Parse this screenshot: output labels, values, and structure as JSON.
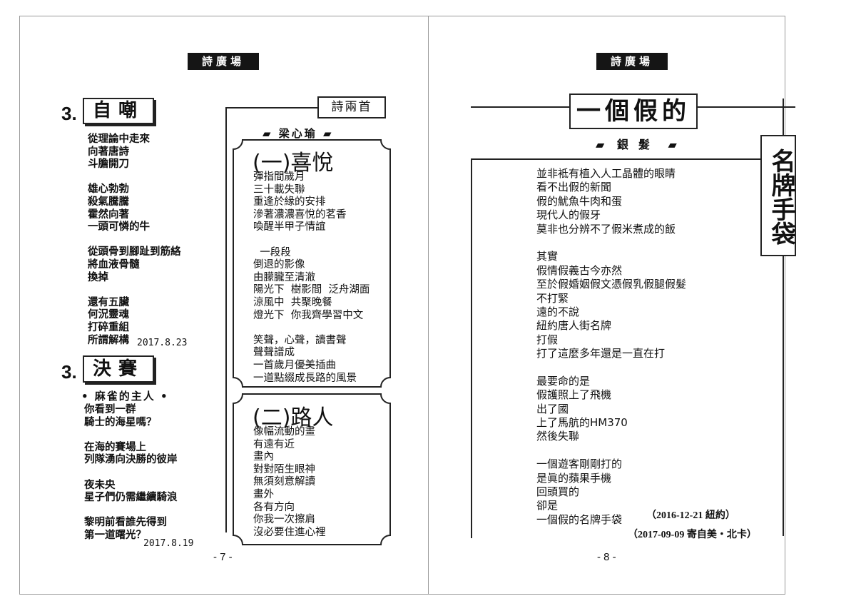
{
  "left_page": {
    "header": "詩廣場",
    "page_number": "- 7 -",
    "poem1": {
      "number": "3.",
      "title": "自嘲",
      "lines": [
        "從理論中走來",
        "向著唐詩",
        "斗膽開刀",
        "",
        "雄心勃勃",
        "殺氣騰騰",
        "霍然向著",
        "一頭可憐的牛",
        "",
        "從頭骨到腳趾到筋絡",
        "將血液骨髓",
        "換掉",
        "",
        "還有五臟",
        "何況靈魂",
        "打碎重組",
        "所謂解構"
      ],
      "date": "2017.8.23"
    },
    "poem2": {
      "number": "3.",
      "title": "決賽",
      "subtitle": "• 麻雀的主人 •",
      "lines": [
        "你看到一群",
        "騎士的海星嗎？",
        "",
        "在海的賽場上",
        "列隊湧向決勝的彼岸",
        "",
        "夜未央",
        "星子們仍需繼續騎浪",
        "",
        "黎明前看誰先得到",
        "第一道曙光？"
      ],
      "date": "2017.8.19"
    },
    "two_poems": {
      "label": "詩兩首",
      "author": "梁心瑜",
      "poem_a": {
        "title": "(一)喜悅",
        "lines": [
          "彈指間歲月",
          "三十載失聯",
          "重逢於緣的安排",
          "滲著濃濃喜悅的茗香",
          "喚醒半甲子情誼",
          "",
          "  一段段",
          "倒退的影像",
          "由朦朧至清澈",
          "陽光下  樹影間  泛舟湖面",
          "涼風中  共聚晚餐",
          "燈光下  你我齊學習中文",
          "",
          "笑聲，心聲，讀書聲",
          "聲聲譜成",
          "一首歲月優美插曲",
          "一道點綴成長路的風景"
        ]
      },
      "poem_b": {
        "title": "(二)路人",
        "lines": [
          "像幅流動的畫",
          "有遠有近",
          "畫內",
          "對對陌生眼神",
          "無須刻意解讀",
          "畫外",
          "各有方向",
          "你我一次擦肩",
          "沒必要住進心裡"
        ]
      }
    }
  },
  "right_page": {
    "header": "詩廣場",
    "page_number": "- 8 -",
    "title_top": "一個假的",
    "title_side": "名牌手袋",
    "author": "銀髮",
    "lines": [
      "並非袛有植入人工晶體的眼睛",
      "看不出假的新聞",
      "假的魷魚牛肉和蛋",
      "現代人的假牙",
      "莫非也分辨不了假米煮成的飯",
      "",
      "其實",
      "假情假義古今亦然",
      "至於假婚姻假文憑假乳假腿假髮",
      "不打緊",
      "遠的不說",
      "紐約唐人街名牌",
      "打假",
      "打了這麼多年還是一直在打",
      "",
      "最要命的是",
      "假護照上了飛機",
      "出了國",
      "上了馬航的HM370",
      "然後失聯",
      "",
      "一個遊客剛剛打的",
      "是眞的蘋果手機",
      "回頭買的",
      "卻是",
      "一個假的名牌手袋"
    ],
    "note1": "（2016-12-21 紐約）",
    "note2": "（2017-09-09 寄自美・北卡）"
  }
}
